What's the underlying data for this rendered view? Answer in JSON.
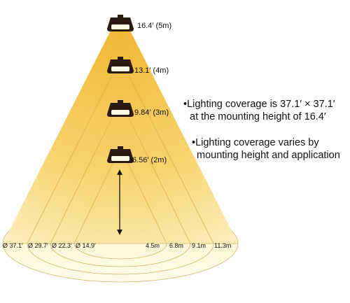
{
  "diagram": {
    "heights": [
      {
        "label": "16.4′ (5m)"
      },
      {
        "label": "13.1′ (4m)"
      },
      {
        "label": "9.84′ (3m)"
      },
      {
        "label": "6.56′ (2m)"
      }
    ],
    "diameters": [
      "Ø 37.1′",
      "Ø 29.7′",
      "Ø 22.3′",
      "Ø 14.9′"
    ],
    "radii": [
      "4.5m",
      "6.8m",
      "9.1m",
      "11.3m"
    ],
    "notes": [
      {
        "lines": [
          "•Lighting coverage is 37.1′ × 37.1′",
          "at the mounting height of 16.4′"
        ]
      },
      {
        "lines": [
          "•Lighting coverage varies by",
          "mounting height and application"
        ]
      }
    ],
    "colors": {
      "beam_outer": "#fff4cc",
      "beam_inner": "#f0b429",
      "fixture": "#2b1a12",
      "lens": "#fffbe6",
      "lines": "#c9a94a"
    }
  }
}
